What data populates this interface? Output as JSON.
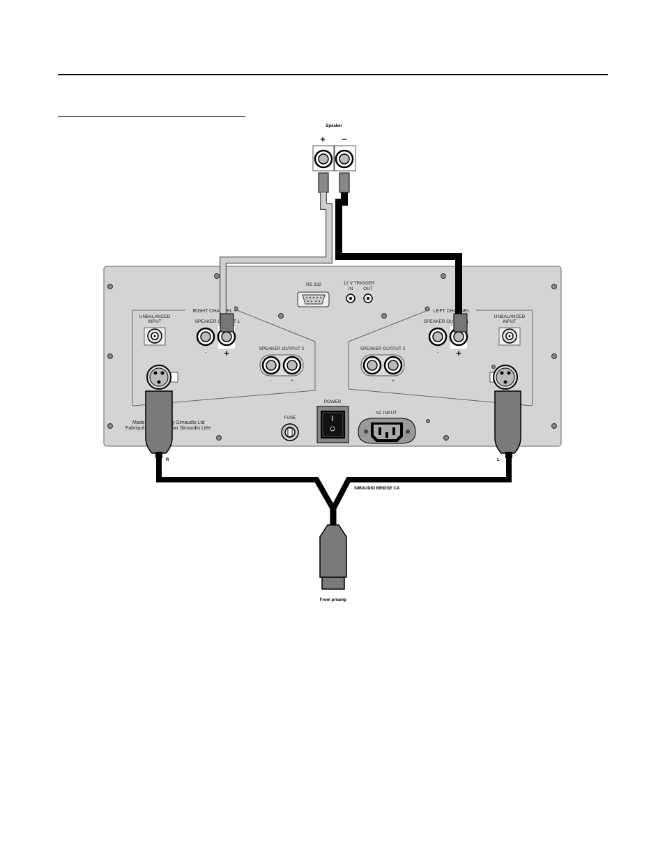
{
  "speaker": {
    "title": "Speaker",
    "plus": "+",
    "minus": "−"
  },
  "panel": {
    "right_channel": "RIGHT CHANNEL",
    "left_channel": "LEFT CHANNEL",
    "rs232": "RS 232",
    "trigger": "12 V TRIGGER",
    "trigger_in": "IN",
    "trigger_out": "OUT",
    "unbalanced_input": [
      "UNBALANCED",
      "INPUT"
    ],
    "speaker_output_1": "SPEAKER OUTPUT 1",
    "speaker_output_2": "SPEAKER OUTPUT 2",
    "minus": "-",
    "plus_small": "+",
    "plus_big": "+",
    "power": "POWER",
    "fuse": "FUSE",
    "ac_input": "AC INPUT",
    "made_in_1": "Made in Canada by Simaudio Ltd",
    "made_in_2": "Fabriqué au Canada par Simaudio Ltée"
  },
  "cable": {
    "r_label": "R",
    "l_label": "L",
    "bridge_label": "SIMAUDIO BRIDGE CA",
    "from_label": "From preamp"
  },
  "colors": {
    "panel_fill": "#d4d4d4",
    "cable_black": "#000000",
    "cable_gray": "#c8c8c8",
    "connector_gray": "#7a7a7a"
  }
}
